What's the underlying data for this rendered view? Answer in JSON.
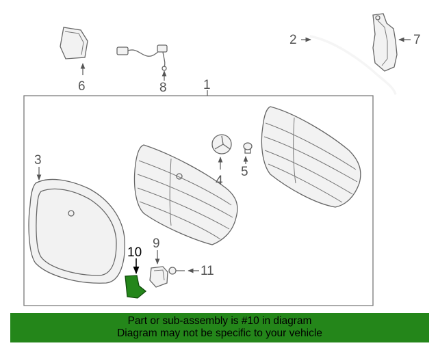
{
  "callouts": {
    "c1": "1",
    "c2": "2",
    "c3": "3",
    "c4": "4",
    "c5": "5",
    "c6": "6",
    "c7": "7",
    "c8": "8",
    "c9": "9",
    "c10": "10",
    "c11": "11"
  },
  "highlight_color": "#24861a",
  "banner": {
    "line1": "Part or sub-assembly is #10 in diagram",
    "line2": "Diagram may not be specific to your vehicle"
  }
}
